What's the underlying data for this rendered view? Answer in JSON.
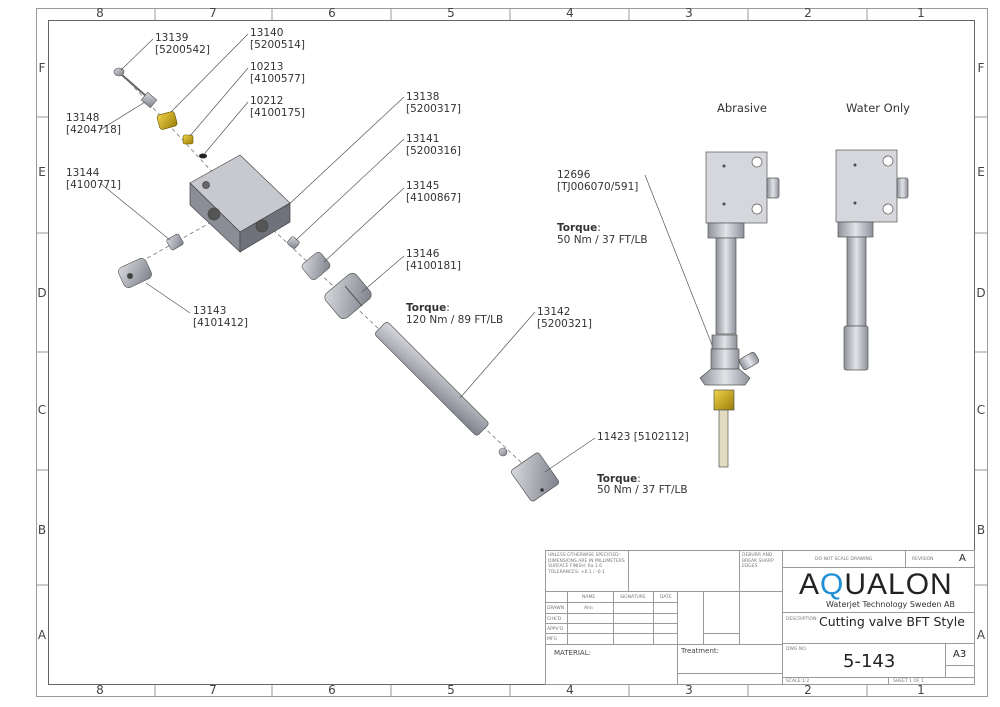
{
  "zones": {
    "columns": [
      "8",
      "7",
      "6",
      "5",
      "4",
      "3",
      "2",
      "1"
    ],
    "rows": [
      "F",
      "E",
      "D",
      "C",
      "B",
      "A"
    ]
  },
  "views": {
    "abrasive_title": "Abrasive",
    "water_only_title": "Water Only"
  },
  "callouts": [
    {
      "id": "13139",
      "part_no": "[5200542]"
    },
    {
      "id": "13140",
      "part_no": "[5200514]"
    },
    {
      "id": "10213",
      "part_no": "[4100577]"
    },
    {
      "id": "10212",
      "part_no": "[4100175]"
    },
    {
      "id": "13148",
      "part_no": "[4204718]"
    },
    {
      "id": "13144",
      "part_no": "[4100771]"
    },
    {
      "id": "13143",
      "part_no": "[4101412]"
    },
    {
      "id": "13138",
      "part_no": "[5200317]"
    },
    {
      "id": "13141",
      "part_no": "[5200316]"
    },
    {
      "id": "13145",
      "part_no": "[4100867]"
    },
    {
      "id": "13146",
      "part_no": "[4100181]",
      "torque_label": "Torque",
      "torque_value": "120 Nm / 89 FT/LB"
    },
    {
      "id": "13142",
      "part_no": "[5200321]"
    },
    {
      "id": "11423",
      "part_no": "[5102112]",
      "torque_label": "Torque",
      "torque_value": "50 Nm / 37 FT/LB"
    },
    {
      "id": "12696",
      "part_no": "[TJ006070/591]",
      "torque_label": "Torque",
      "torque_value": "50 Nm / 37 FT/LB"
    }
  ],
  "title_block": {
    "notes": "UNLESS OTHERWISE SPECIFIED:\nDIMENSIONS ARE IN MILLIMETERS\nSURFACE FINISH: Ra 1.6\nTOLERANCES: +0.1 / -0.1",
    "deburr": "DEBURR AND\nBREAK SHARP\nEDGES",
    "col_name": "NAME",
    "col_signature": "SIGNATURE",
    "col_date": "DATE",
    "row_drawn": "DRAWN",
    "drawn_name": "Ahn",
    "row_chkd": "CHK'D",
    "row_appvd": "APPV'D",
    "row_mfg": "MFG",
    "material_label": "MATERIAL:",
    "treatment_label": "Treatment:",
    "do_not_scale": "DO NOT SCALE DRAWING",
    "revision_label": "REVISION",
    "revision": "A",
    "logo_text_a": "A",
    "logo_text_q": "Q",
    "logo_text_rest": "UALON",
    "company": "Waterjet Technology Sweden AB",
    "description_label": "DESCRIPTION:",
    "description": "Cutting valve BFT Style",
    "dwg_no_label": "DWG NO.",
    "dwg_no": "5-143",
    "sheet_size": "A3",
    "scale": "SCALE:1:2",
    "sheet": "SHEET 1 OF 1"
  },
  "colors": {
    "frame": "#666666",
    "steel": "#a9abb3",
    "brass": "#d6b21a",
    "logo_blue": "#1f8fd6"
  }
}
